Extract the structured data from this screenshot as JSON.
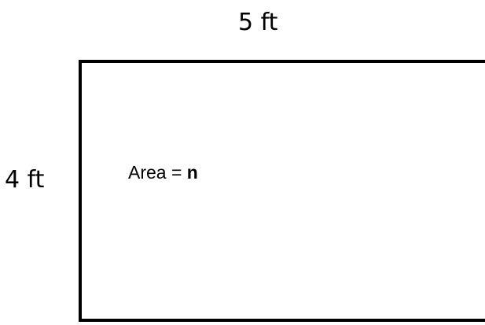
{
  "diagram": {
    "top_dimension": "5 ft",
    "left_dimension": "4 ft",
    "area_label": "Area = ",
    "area_variable": "n",
    "colors": {
      "stroke": "#000000",
      "text": "#000000",
      "background": "#ffffff"
    }
  }
}
